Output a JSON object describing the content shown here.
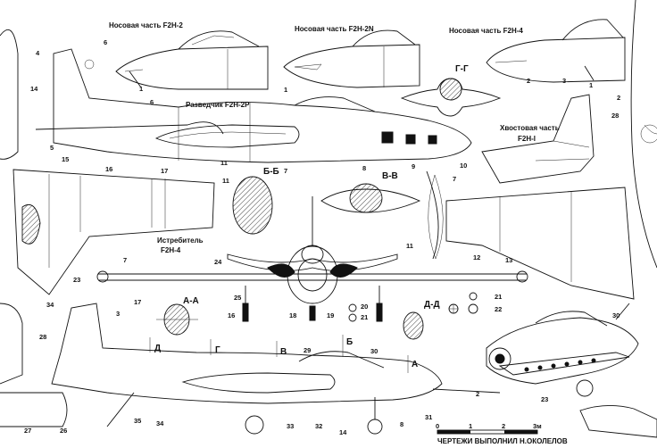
{
  "titles": {
    "nose_f2h2": "Носовая часть F2H-2",
    "nose_f2h2n": "Носовая часть F2H-2N",
    "nose_f2h4": "Носовая часть F2H-4",
    "recon_f2h2p": "Разведчик F2H-2P",
    "tail_f2h1_line1": "Хвостовая часть",
    "tail_f2h1_line2": "F2H-I",
    "fighter_line1": "Истребитель",
    "fighter_line2": "F2H-4"
  },
  "sections": {
    "gg": "Г-Г",
    "bb": "Б-Б",
    "vv": "В-В",
    "aa": "А-А",
    "dd": "Д-Д"
  },
  "section_marks": {
    "d": "Д",
    "g": "Г",
    "v": "В",
    "b": "Б",
    "a": "А"
  },
  "callouts": {
    "n1": "1",
    "n2": "2",
    "n3": "3",
    "n4": "4",
    "n5": "5",
    "n6": "6",
    "n7": "7",
    "n8": "8",
    "n9": "9",
    "n10": "10",
    "n11": "11",
    "n12": "12",
    "n13": "13",
    "n14": "14",
    "n15": "15",
    "n16": "16",
    "n17": "17",
    "n18": "18",
    "n19": "19",
    "n20": "20",
    "n21": "21",
    "n22": "22",
    "n23": "23",
    "n24": "24",
    "n25": "25",
    "n26": "26",
    "n27": "27",
    "n28": "28",
    "n29": "29",
    "n30": "30",
    "n31": "31",
    "n32": "32",
    "n33": "33",
    "n34": "34",
    "n35": "35"
  },
  "scale": {
    "zero": "0",
    "one": "1",
    "two": "2",
    "three": "3м"
  },
  "credit": "ЧЕРТЕЖИ  ВЫПОЛНИЛ  Н.ОКОЛЕЛОВ"
}
